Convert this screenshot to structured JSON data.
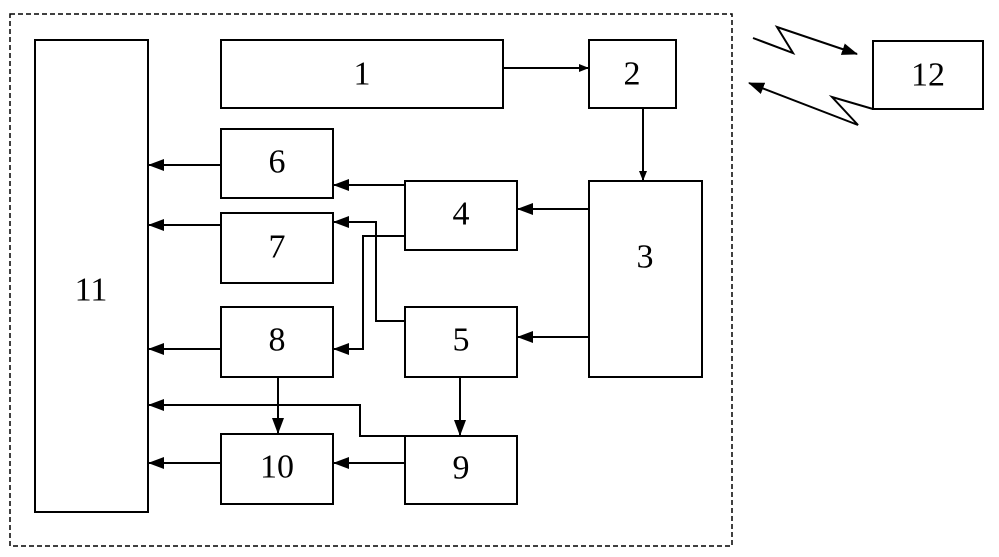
{
  "blocks": {
    "b1": "1",
    "b2": "2",
    "b3": "3",
    "b4": "4",
    "b5": "5",
    "b6": "6",
    "b7": "7",
    "b8": "8",
    "b9": "9",
    "b10": "10",
    "b11": "11",
    "b12": "12"
  },
  "colors": {
    "stroke": "#000000",
    "background": "#ffffff"
  }
}
